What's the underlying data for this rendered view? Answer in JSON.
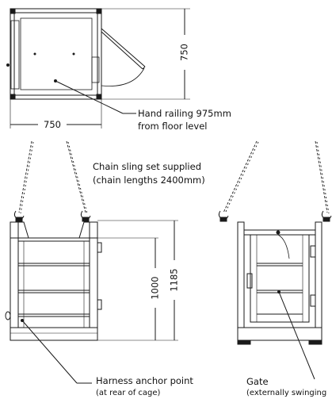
{
  "dimensions": {
    "plan_depth": "750",
    "plan_width": "750",
    "cage_height": "1000",
    "overall_height": "1185"
  },
  "callouts": {
    "hand_railing": {
      "line1": "Hand railing 975mm",
      "line2": "from floor level"
    },
    "chain_sling": {
      "line1": "Chain sling set supplied",
      "line2": "(chain lengths 2400mm)"
    },
    "harness_anchor": {
      "line1": "Harness anchor point",
      "line2": "(at rear of cage)"
    },
    "gate": {
      "line1": "Gate",
      "line2": "(externally swinging"
    }
  },
  "colors": {
    "line": "#1a1a1a",
    "fill": "#ffffff"
  }
}
